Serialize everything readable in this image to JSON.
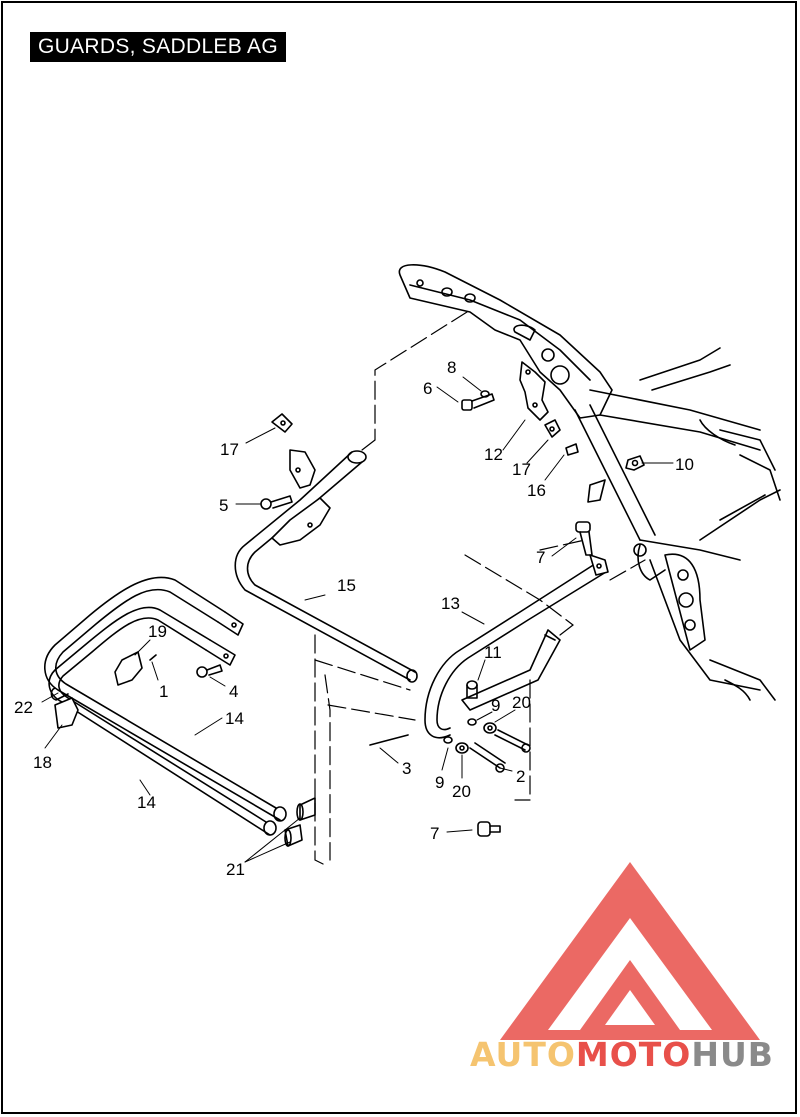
{
  "title": "GUARDS, SADDLEB AG",
  "callouts": {
    "c1": "1",
    "c2": "2",
    "c3": "3",
    "c4": "4",
    "c5": "5",
    "c6": "6",
    "c7a": "7",
    "c7b": "7",
    "c8": "8",
    "c9a": "9",
    "c9b": "9",
    "c10": "10",
    "c11": "11",
    "c12": "12",
    "c13": "13",
    "c14a": "14",
    "c14b": "14",
    "c15": "15",
    "c16": "16",
    "c17a": "17",
    "c17b": "17",
    "c18": "18",
    "c19": "19",
    "c20a": "20",
    "c20b": "20",
    "c21": "21",
    "c22": "22"
  },
  "watermark": {
    "part1": "AUTO",
    "part2": "MOTO",
    "part3": "HUB",
    "color_orange": "#F5C470",
    "color_red": "#E8504A",
    "color_gray": "#8A8A8A"
  }
}
